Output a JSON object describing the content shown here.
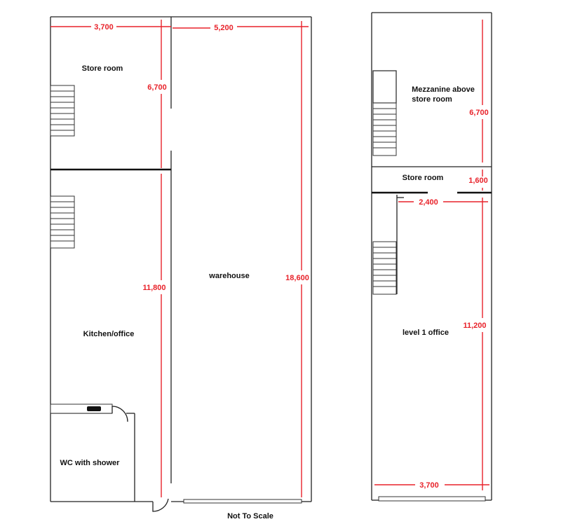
{
  "colors": {
    "dimension": "#e8222a",
    "wall": "#222222"
  },
  "ground_floor": {
    "rooms": {
      "store_room": "Store room",
      "kitchen_office": "Kitchen/office",
      "wc": "WC with shower",
      "warehouse": "warehouse"
    },
    "dimensions": {
      "store_width": "3,700",
      "warehouse_width": "5,200",
      "store_depth": "6,700",
      "kitchen_depth": "11,800",
      "overall_depth": "18,600"
    }
  },
  "level_1": {
    "rooms": {
      "mezzanine_line1": "Mezzanine above",
      "mezzanine_line2": "store room",
      "store_room": "Store room",
      "office": "level 1 office"
    },
    "dimensions": {
      "mezzanine_depth": "6,700",
      "store_depth": "1,600",
      "corridor_width": "2,400",
      "office_depth": "11,200",
      "office_width": "3,700"
    }
  },
  "footer_note": "Not To Scale"
}
